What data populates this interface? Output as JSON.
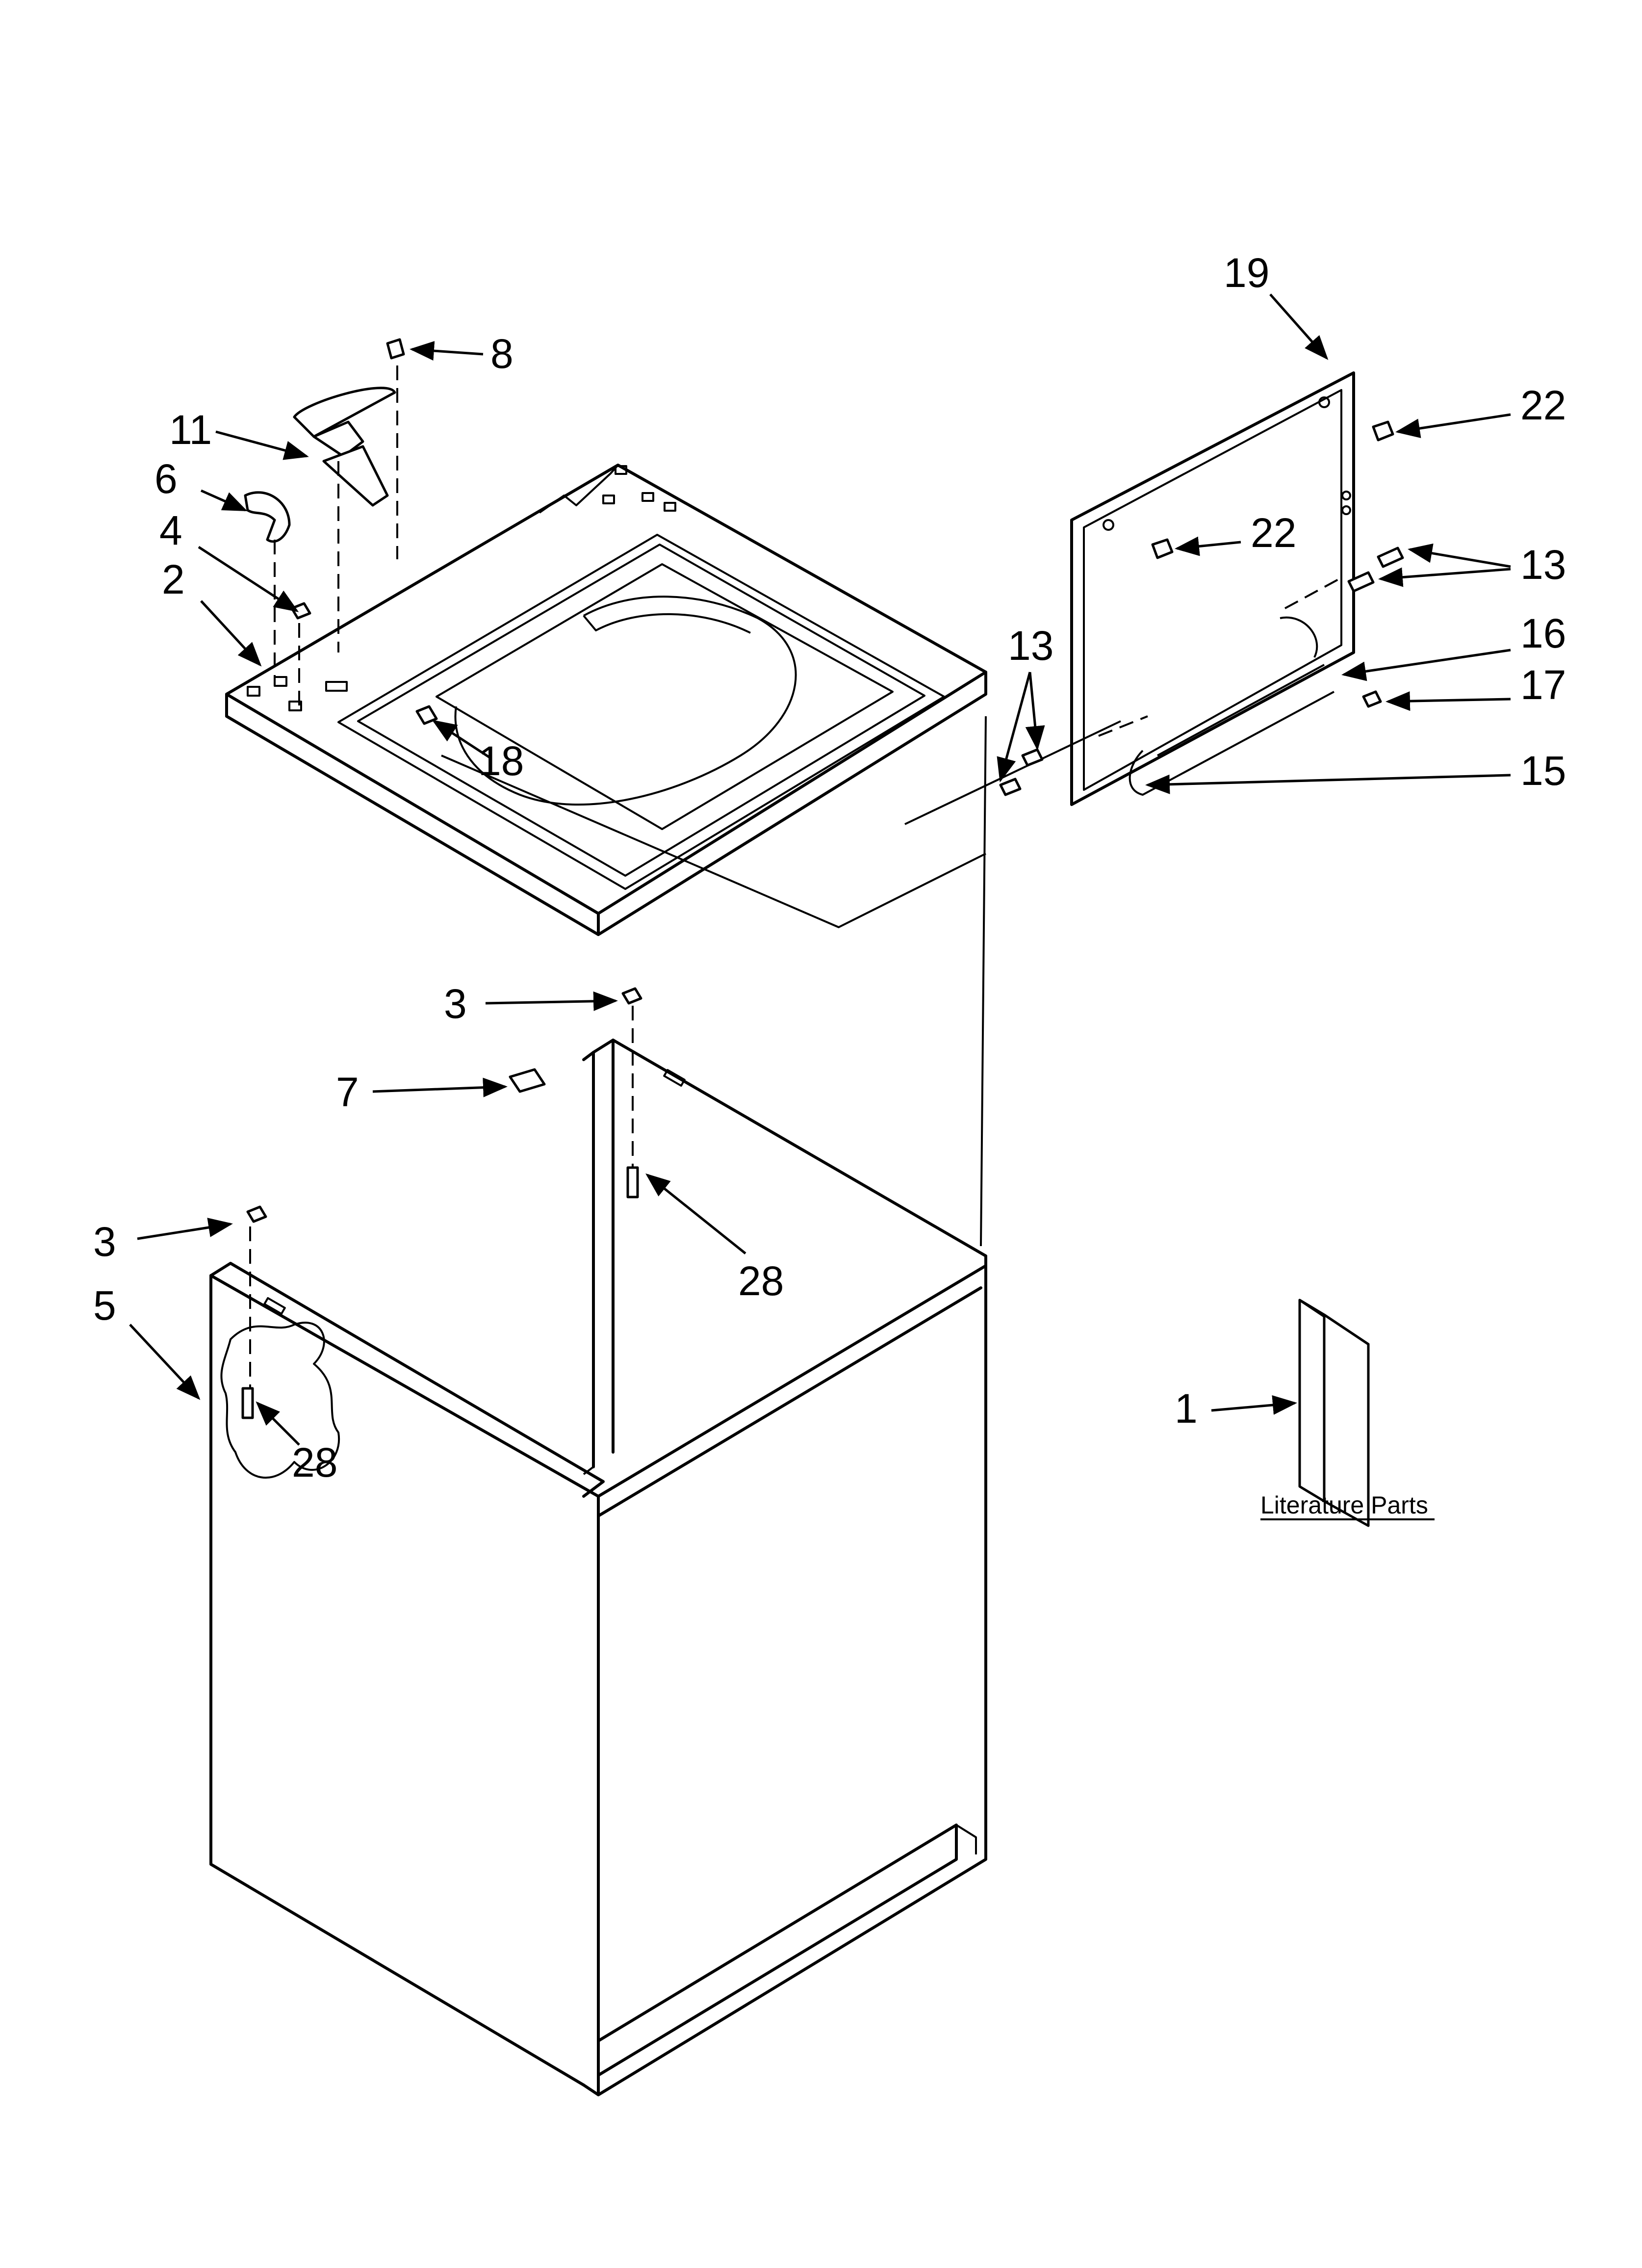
{
  "callouts": {
    "c19": "19",
    "c22a": "22",
    "c22b": "22",
    "c13a": "13",
    "c13b": "13",
    "c16": "16",
    "c17": "17",
    "c15": "15",
    "c8": "8",
    "c11": "11",
    "c6": "6",
    "c4": "4",
    "c2": "2",
    "c18": "18",
    "c3a": "3",
    "c7": "7",
    "c28a": "28",
    "c3b": "3",
    "c5": "5",
    "c28b": "28",
    "c1": "1"
  },
  "literature_label": "Literature Parts"
}
